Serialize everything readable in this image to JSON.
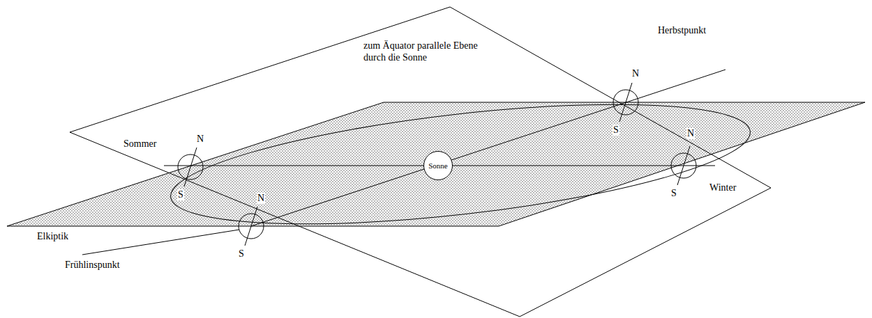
{
  "diagram": {
    "nodes": [
      {
        "text": [
          "Sonne"
        ]
      }
    ],
    "labels": [
      "zum Äquator parallele Ebene durch die Sonne",
      "Herbstpunkt",
      "N",
      "S",
      "Sommer",
      "N",
      "S",
      "N",
      "S",
      "Winter",
      "N",
      "S",
      "Elkiptik",
      "Frühlinspunkt"
    ]
  }
}
